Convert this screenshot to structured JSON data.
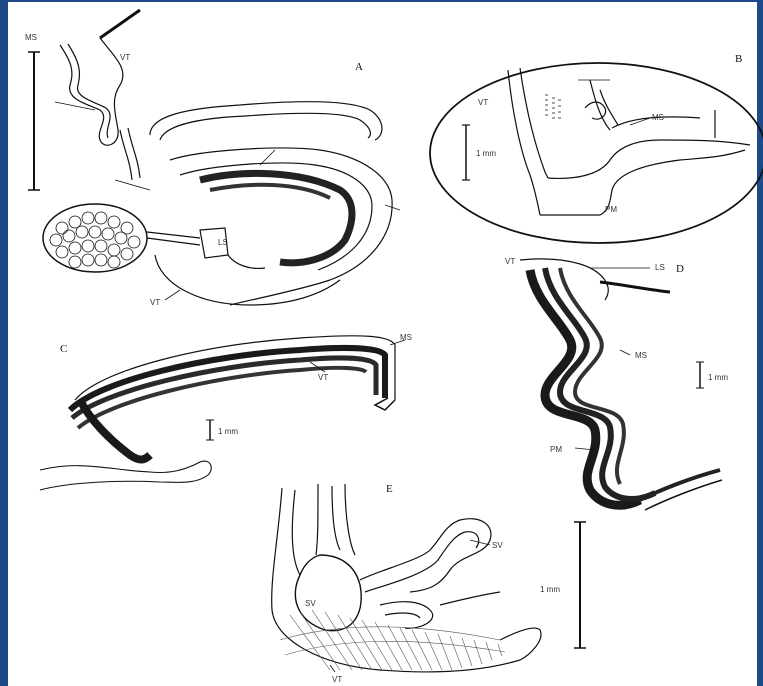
{
  "figure": {
    "panels": [
      {
        "id": "A",
        "letter": "A"
      },
      {
        "id": "B",
        "letter": "B"
      },
      {
        "id": "C",
        "letter": "C"
      },
      {
        "id": "D",
        "letter": "D"
      },
      {
        "id": "E",
        "letter": "E"
      }
    ],
    "annotations": {
      "a_ms": "MS",
      "a_vt": "VT",
      "a_ls": "LS",
      "a_vt2": "VT",
      "b_vt": "VT",
      "b_ms": "MS",
      "b_pm": "PM",
      "c_ms": "MS",
      "c_vt": "VT",
      "d_vt": "VT",
      "d_ls": "LS",
      "d_ms": "MS",
      "d_pm": "PM",
      "e_sv": "SV",
      "e_sv2": "SV",
      "e_vt": "VT"
    },
    "scale_bars": {
      "b_scale": "1 mm",
      "c_scale": "1 mm",
      "d_scale": "1 mm",
      "e_scale": "1 mm"
    }
  },
  "colors": {
    "frame": "#1e4a8a",
    "background": "#ffffff",
    "ink": "#111111"
  }
}
